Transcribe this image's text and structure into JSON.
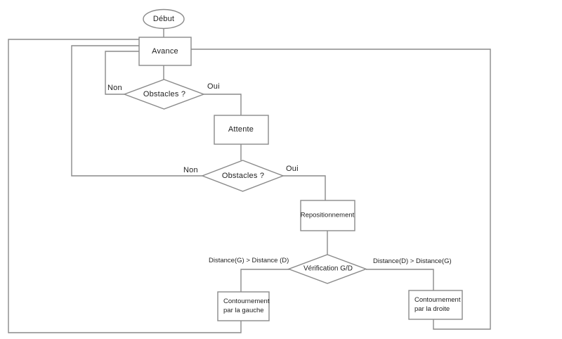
{
  "flowchart": {
    "nodes": {
      "start": "Début",
      "avance": "Avance",
      "obstacles1": "Obstacles ?",
      "attente": "Attente",
      "obstacles2": "Obstacles ?",
      "repositionnement": "Repositionnement",
      "verification": "Vérification G/D",
      "gauche_line1": "Contournement",
      "gauche_line2": "par la gauche",
      "droite_line1": "Contournement",
      "droite_line2": "par la droite"
    },
    "edge_labels": {
      "non1": "Non",
      "oui1": "Oui",
      "non2": "Non",
      "oui2": "Oui",
      "left_condition": "Distance(G) > Distance (D)",
      "right_condition": "Distance(D) > Distance(G)"
    },
    "colors": {
      "line": "#8a8a8a",
      "text": "#1f1f1f",
      "node_fill": "#ffffff"
    }
  }
}
